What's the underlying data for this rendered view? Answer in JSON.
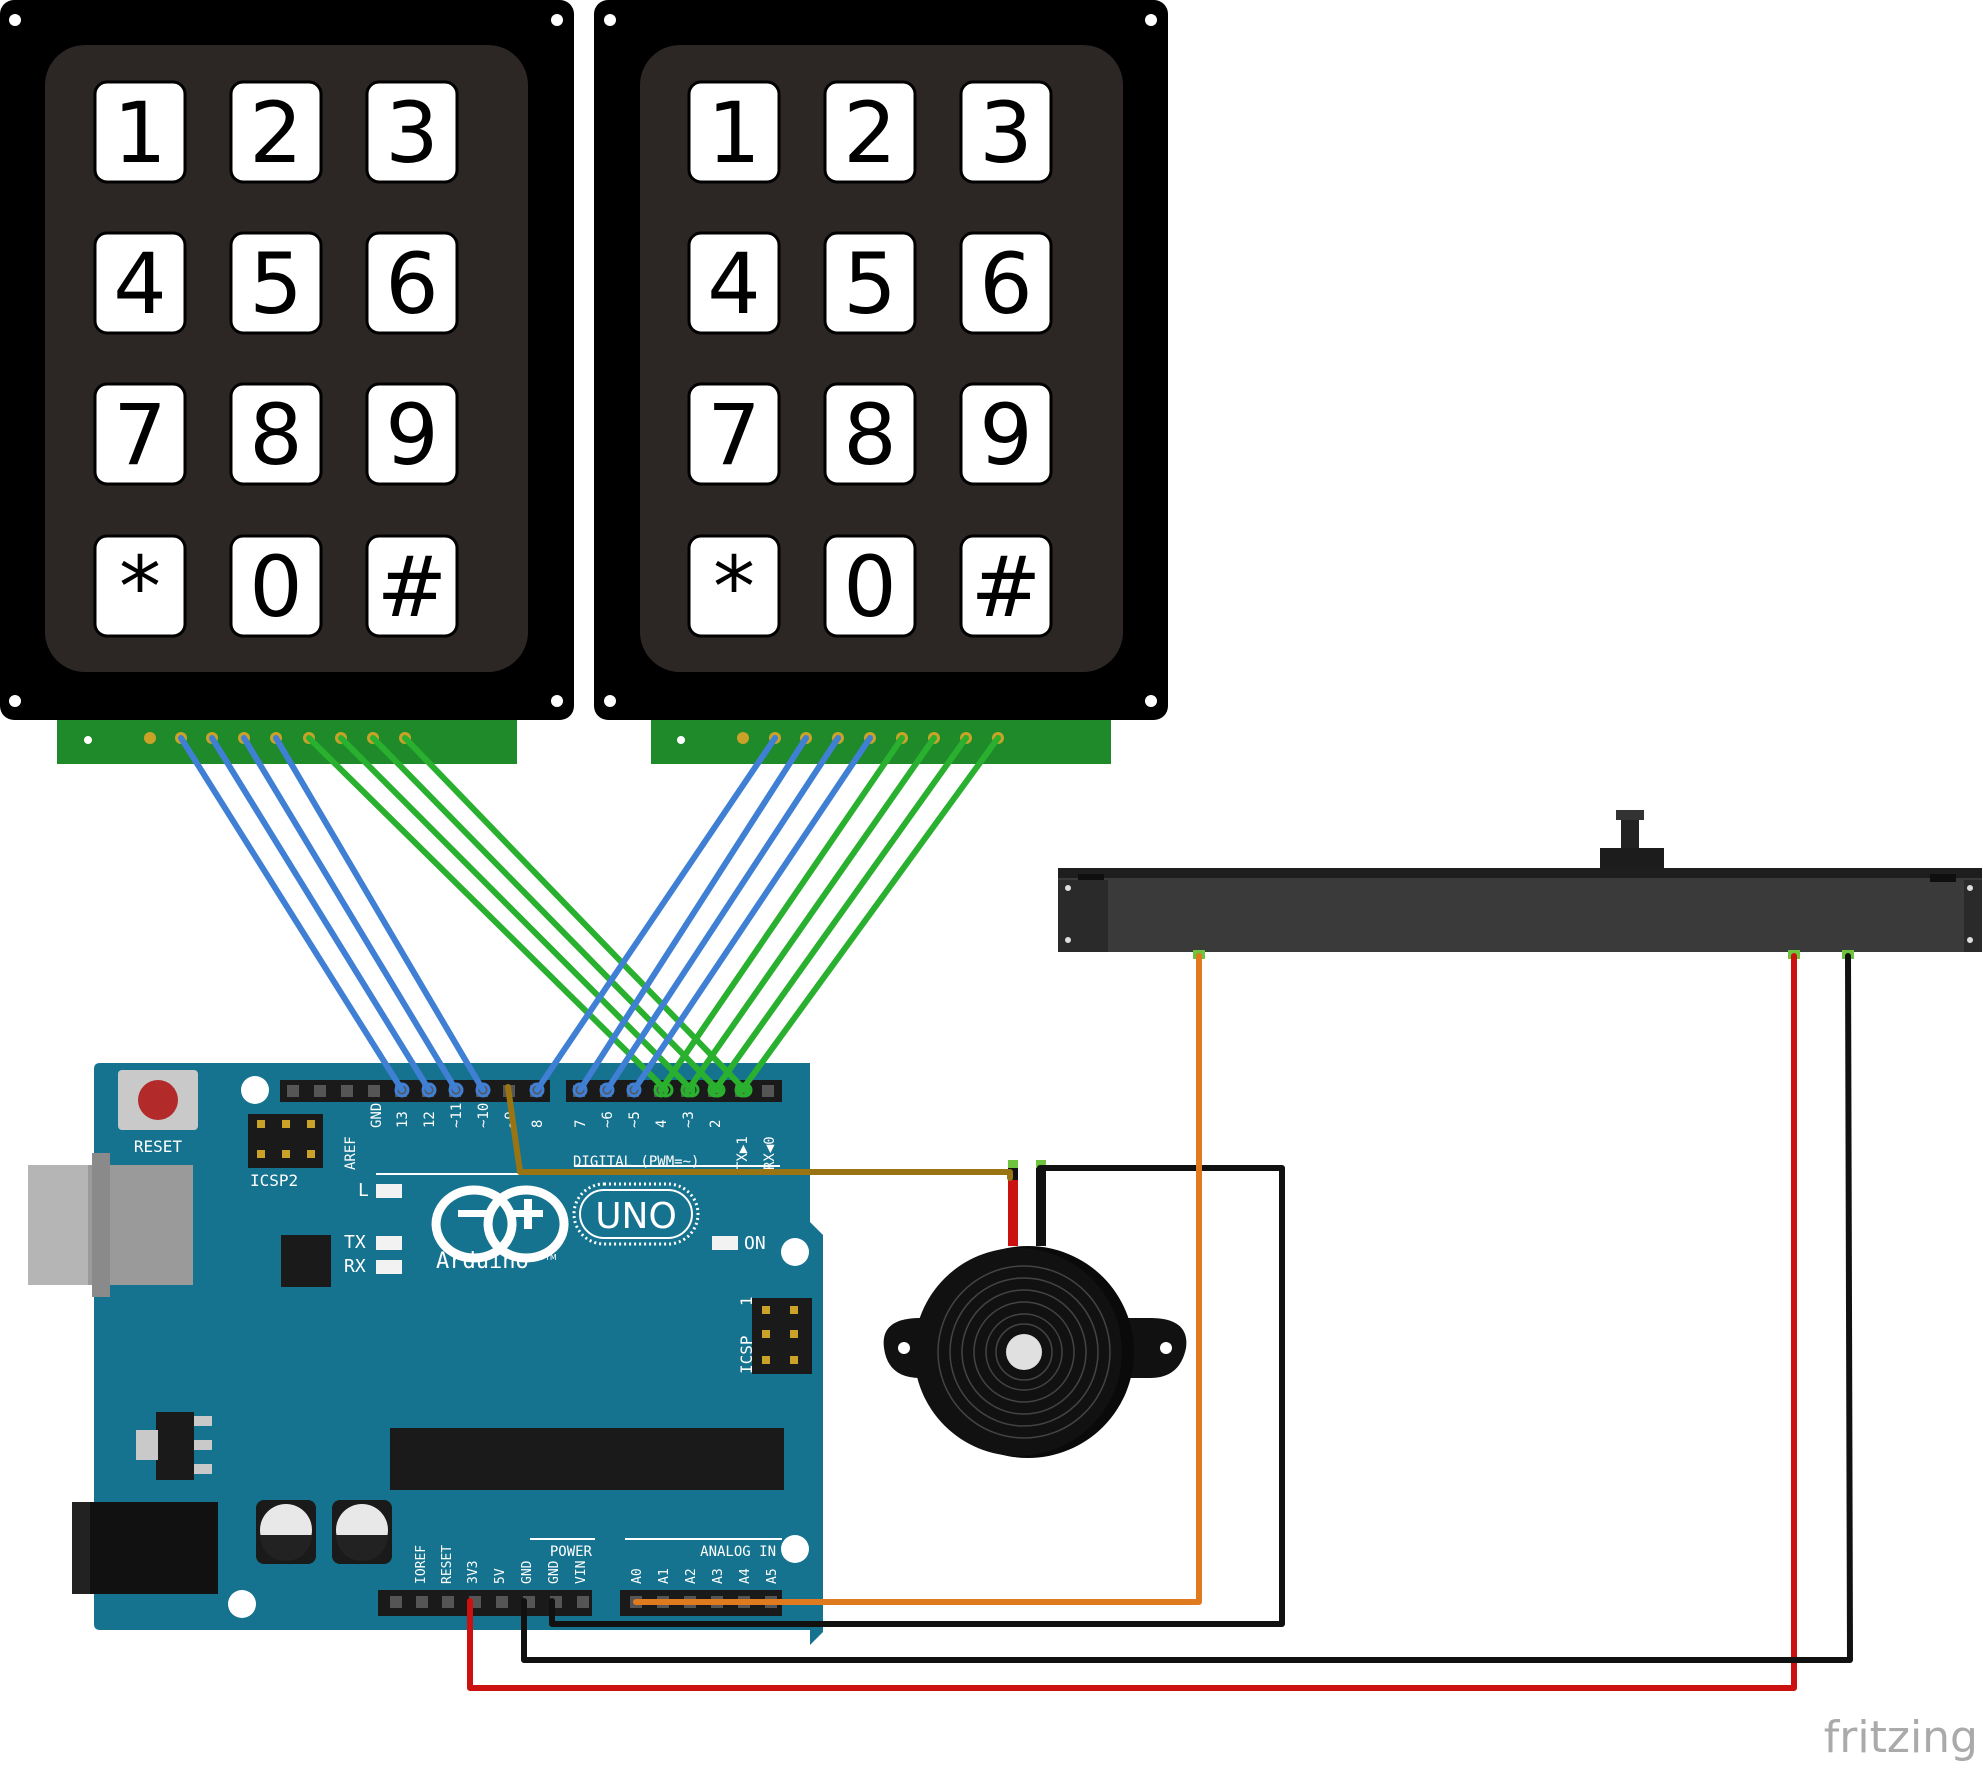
{
  "keypads": [
    {
      "keys": [
        "1",
        "2",
        "3",
        "4",
        "5",
        "6",
        "7",
        "8",
        "9",
        "*",
        "0",
        "#"
      ]
    },
    {
      "keys": [
        "1",
        "2",
        "3",
        "4",
        "5",
        "6",
        "7",
        "8",
        "9",
        "*",
        "0",
        "#"
      ]
    }
  ],
  "arduino": {
    "reset_label": "RESET",
    "icsp2_label": "ICSP2",
    "icsp_label": "ICSP",
    "icsp_pin1": "1",
    "led_l": "L",
    "led_tx": "TX",
    "led_rx": "RX",
    "led_on": "ON",
    "logo_text": "Arduino",
    "tm": "TM",
    "uno": "UNO",
    "digital_label": "DIGITAL (PWM=~)",
    "digital_pins": [
      "AREF",
      "GND",
      "13",
      "12",
      "~11",
      "~10",
      "~9",
      "8",
      "7",
      "~6",
      "~5",
      "4",
      "~3",
      "2",
      "TX▶1",
      "RX◀0"
    ],
    "power_label": "POWER",
    "analog_label": "ANALOG IN",
    "power_pins": [
      "IOREF",
      "RESET",
      "3V3",
      "5V",
      "GND",
      "GND",
      "VIN"
    ],
    "analog_pins": [
      "A0",
      "A1",
      "A2",
      "A3",
      "A4",
      "A5"
    ]
  },
  "watermark": "fritzing",
  "colors": {
    "board": "#16738f",
    "keypad_frame": "#000000",
    "keypad_panel": "#2c2624",
    "pcb": "#1f8a2a",
    "wire_blue": "#3f7fd4",
    "wire_green": "#29b02f",
    "wire_orange": "#e07a1e",
    "wire_red": "#cc1111",
    "wire_black": "#111111",
    "wire_brown": "#9a7412"
  }
}
